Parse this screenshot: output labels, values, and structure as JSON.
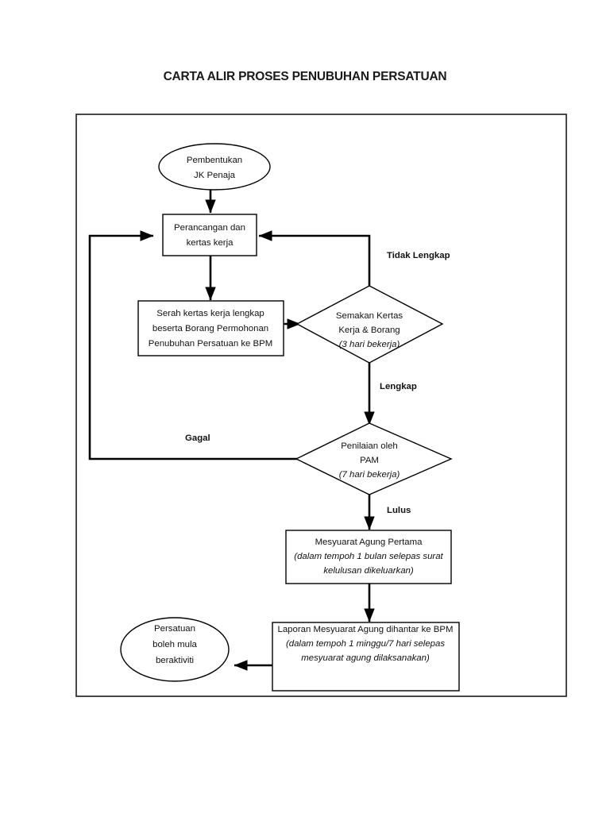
{
  "document": {
    "title": "CARTA ALIR PROSES PENUBUHAN PERSATUAN"
  },
  "chart_data": {
    "type": "diagram",
    "diagram_type": "flowchart",
    "title": "CARTA ALIR PROSES PENUBUHAN PERSATUAN",
    "orientation": "top-to-bottom",
    "nodes": [
      {
        "id": "start",
        "shape": "ellipse",
        "lines": [
          "Pembentukan",
          "JK Penaja"
        ],
        "italic_lines": []
      },
      {
        "id": "perancangan",
        "shape": "rectangle",
        "lines": [
          "Perancangan dan",
          "kertas kerja"
        ],
        "italic_lines": []
      },
      {
        "id": "serah",
        "shape": "rectangle",
        "lines": [
          "Serah kertas kerja lengkap",
          "beserta Borang Permohonan",
          "Penubuhan Persatuan ke BPM"
        ],
        "italic_lines": []
      },
      {
        "id": "semakan",
        "shape": "diamond",
        "lines": [
          "Semakan Kertas",
          "Kerja & Borang",
          "(3 hari bekerja)"
        ],
        "italic_lines": [
          2
        ]
      },
      {
        "id": "penilaian",
        "shape": "diamond",
        "lines": [
          "Penilaian oleh",
          "PAM",
          "(7 hari bekerja)"
        ],
        "italic_lines": [
          2
        ]
      },
      {
        "id": "mesyuarat",
        "shape": "rectangle",
        "lines": [
          "Mesyuarat Agung Pertama",
          "(dalam tempoh 1 bulan selepas surat",
          "kelulusan dikeluarkan)"
        ],
        "italic_lines": [
          1,
          2
        ]
      },
      {
        "id": "laporan",
        "shape": "rectangle",
        "lines": [
          "Laporan Mesyuarat Agung dihantar ke BPM",
          "(dalam tempoh 1 minggu/7 hari  selepas",
          "mesyuarat agung dilaksanakan)"
        ],
        "italic_lines": [
          1,
          2
        ]
      },
      {
        "id": "end",
        "shape": "ellipse",
        "lines": [
          "Persatuan",
          "boleh mula",
          "beraktiviti"
        ],
        "italic_lines": []
      }
    ],
    "edges": [
      {
        "id": "e-start-perancangan",
        "from": "start",
        "to": "perancangan",
        "label": ""
      },
      {
        "id": "e-perancangan-serah",
        "from": "perancangan",
        "to": "serah",
        "label": ""
      },
      {
        "id": "e-serah-semakan",
        "from": "serah",
        "to": "semakan",
        "label": ""
      },
      {
        "id": "e-semakan-perancangan",
        "from": "semakan",
        "to": "perancangan",
        "label": "Tidak Lengkap"
      },
      {
        "id": "e-semakan-penilaian",
        "from": "semakan",
        "to": "penilaian",
        "label": "Lengkap"
      },
      {
        "id": "e-penilaian-perancangan",
        "from": "penilaian",
        "to": "perancangan",
        "label": "Gagal"
      },
      {
        "id": "e-penilaian-mesyuarat",
        "from": "penilaian",
        "to": "mesyuarat",
        "label": "Lulus"
      },
      {
        "id": "e-mesyuarat-laporan",
        "from": "mesyuarat",
        "to": "laporan",
        "label": ""
      },
      {
        "id": "e-laporan-end",
        "from": "laporan",
        "to": "end",
        "label": ""
      }
    ],
    "labels": {
      "tidak_lengkap": "Tidak Lengkap",
      "lengkap": "Lengkap",
      "gagal": "Gagal",
      "lulus": "Lulus"
    },
    "colors": {
      "stroke": "#000000",
      "fill": "#ffffff",
      "text": "#111111",
      "frame": "#1a1a1a"
    }
  },
  "nodes_text": {
    "start": {
      "l0": "Pembentukan",
      "l1": "JK Penaja"
    },
    "perancangan": {
      "l0": "Perancangan dan",
      "l1": "kertas kerja"
    },
    "serah": {
      "l0": "Serah kertas kerja lengkap",
      "l1": "beserta Borang Permohonan",
      "l2": "Penubuhan Persatuan ke BPM"
    },
    "semakan": {
      "l0": "Semakan Kertas",
      "l1": "Kerja & Borang",
      "l2": "(3 hari bekerja)"
    },
    "penilaian": {
      "l0": "Penilaian oleh",
      "l1": "PAM",
      "l2": "(7 hari bekerja)"
    },
    "mesyuarat": {
      "l0": "Mesyuarat Agung Pertama",
      "l1": "(dalam tempoh 1 bulan selepas surat",
      "l2": "kelulusan dikeluarkan)"
    },
    "laporan": {
      "l0": "Laporan Mesyuarat Agung dihantar ke BPM",
      "l1": "(dalam tempoh 1 minggu/7 hari  selepas",
      "l2": "mesyuarat agung dilaksanakan)"
    },
    "end": {
      "l0": "Persatuan",
      "l1": "boleh mula",
      "l2": "beraktiviti"
    }
  }
}
